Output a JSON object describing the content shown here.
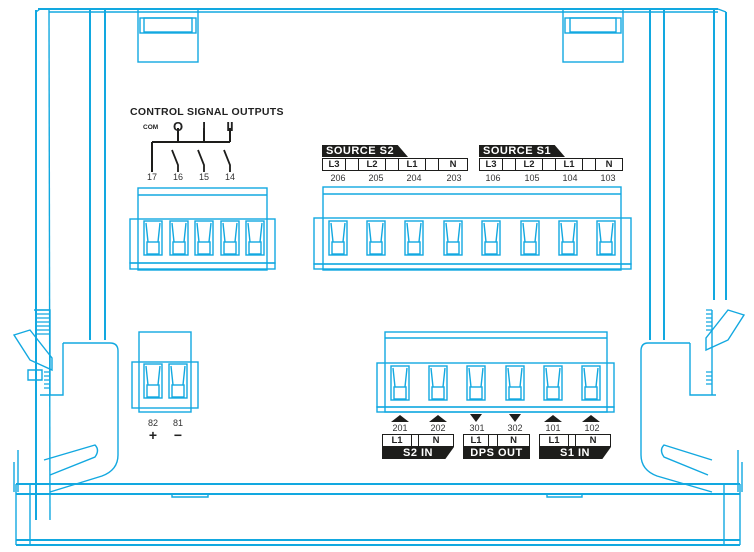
{
  "diagram": {
    "control_outputs": {
      "title": "CONTROL SIGNAL OUTPUTS",
      "com_label": "COM",
      "symbols": [
        "O",
        "I",
        "II"
      ],
      "terminals": [
        "17",
        "16",
        "15",
        "14"
      ]
    },
    "source_s2": {
      "title": "SOURCE  S2",
      "phases": [
        "L3",
        "L2",
        "L1",
        "N"
      ],
      "terminals": [
        "206",
        "205",
        "204",
        "203"
      ]
    },
    "source_s1": {
      "title": "SOURCE  S1",
      "phases": [
        "L3",
        "L2",
        "L1",
        "N"
      ],
      "terminals": [
        "106",
        "105",
        "104",
        "103"
      ]
    },
    "power_supply": {
      "terminals": [
        "82",
        "81"
      ],
      "polarity": [
        "+",
        "−"
      ]
    },
    "bottom_groups": [
      {
        "terminals": [
          "201",
          "202"
        ],
        "phases": [
          "L1",
          "N"
        ],
        "label": "S2  IN",
        "direction": "up"
      },
      {
        "terminals": [
          "301",
          "302"
        ],
        "phases": [
          "L1",
          "N"
        ],
        "label": "DPS  OUT",
        "direction": "down"
      },
      {
        "terminals": [
          "101",
          "102"
        ],
        "phases": [
          "L1",
          "N"
        ],
        "label": "S1  IN",
        "direction": "up"
      }
    ],
    "line_color": "#12a8e0",
    "label_color": "#1d1d1b"
  }
}
